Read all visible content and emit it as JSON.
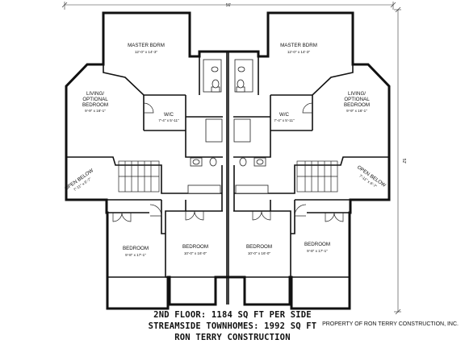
{
  "plan": {
    "overall_width": "56'",
    "overall_depth": "52'",
    "rooms": [
      {
        "name": "MASTER BDRM",
        "size": "12'-0\" x 14'-3\""
      },
      {
        "name": "MASTER BDRM",
        "size": "12'-0\" x 14'-3\""
      },
      {
        "name_lines": [
          "LIVING/",
          "OPTIONAL",
          "BEDROOM"
        ],
        "size": "9'-9\" x 16'-1\""
      },
      {
        "name_lines": [
          "LIVING/",
          "OPTIONAL",
          "BEDROOM"
        ],
        "size": "9'-9\" x 16'-1\""
      },
      {
        "name": "W/C",
        "size": "7'-4\" x 5'-11\""
      },
      {
        "name": "W/C",
        "size": "7'-4\" x 5'-11\""
      },
      {
        "name": "OPEN BELOW",
        "size": "7'-11\" x 6'-7\""
      },
      {
        "name": "OPEN BELOW",
        "size": "7'-11\" x 6'-7\""
      },
      {
        "name": "BEDROOM",
        "size": "9'-8\" x 17'-1\""
      },
      {
        "name": "BEDROOM",
        "size": "10'-0\" x 16'-0\""
      },
      {
        "name": "BEDROOM",
        "size": "10'-0\" x 16'-0\""
      },
      {
        "name": "BEDROOM",
        "size": "9'-8\" x 17'-1\""
      }
    ]
  },
  "caption": {
    "line1": "2ND FLOOR: 1184 SQ FT PER SIDE",
    "line2": "STREAMSIDE TOWNHOMES: 1992 SQ FT",
    "line3": "RON TERRY CONSTRUCTION"
  },
  "credit": "PROPERTY OF RON TERRY CONSTRUCTION, INC."
}
